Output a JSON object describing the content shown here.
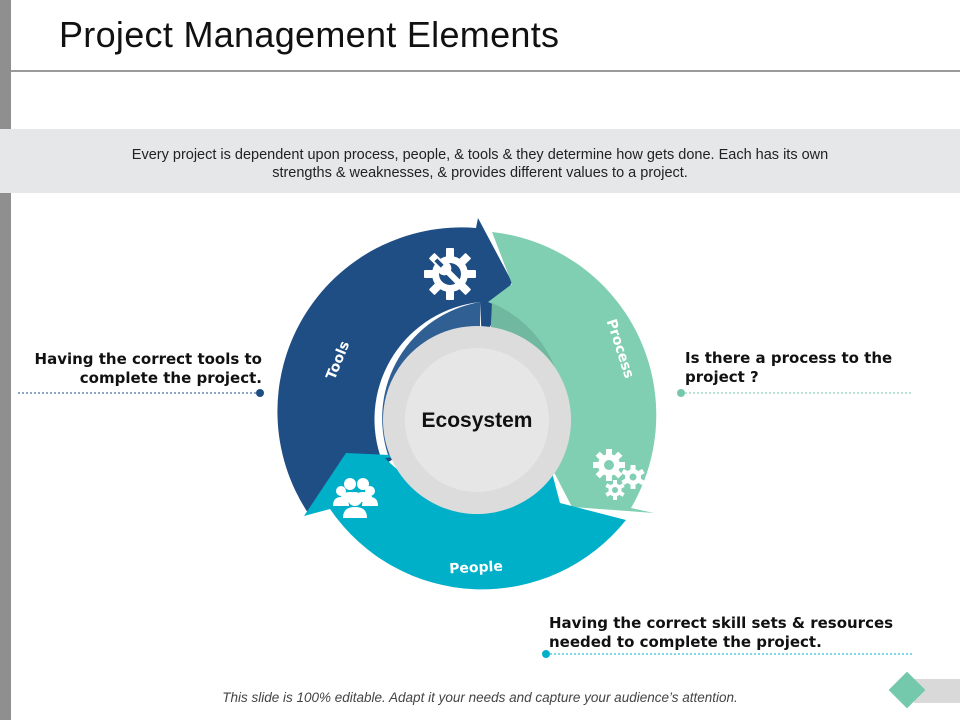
{
  "title": "Project Management Elements",
  "description": "Every project is dependent upon process, people, & tools & they determine how gets done. Each has its own strengths & weaknesses, & provides different values to a project.",
  "center_label": "Ecosystem",
  "segments": [
    {
      "label": "Tools",
      "icon": "gear-wrench-icon",
      "color": "#1f4e85"
    },
    {
      "label": "Process",
      "icon": "gears-icon",
      "color": "#80cfb3"
    },
    {
      "label": "People",
      "icon": "people-group-icon",
      "color": "#00b0c8"
    }
  ],
  "notes": {
    "tools": "Having the correct tools to complete the project.",
    "process": "Is there a process to the project ?",
    "people": "Having the correct skill  sets & resources needed to complete the project."
  },
  "footer": "This slide is 100% editable. Adapt it your needs and capture your audience’s attention.",
  "colors": {
    "tools": "#1f4e85",
    "process": "#80cfb3",
    "people": "#00b0c8",
    "accent": "#74c9ac",
    "band": "#e6e7e8"
  }
}
